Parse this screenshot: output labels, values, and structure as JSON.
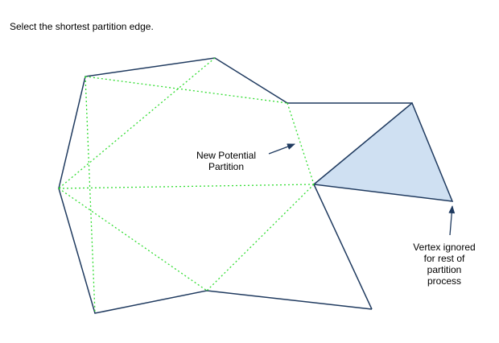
{
  "instruction": "Select the shortest partition edge.",
  "annotations": {
    "new_partition": [
      "New Potential",
      "Partition"
    ],
    "ignored_vertex": [
      "Vertex ignored",
      "for rest of",
      "partition",
      "process"
    ]
  },
  "colors": {
    "outline": "#1f3a5f",
    "dotted_edge": "#33dd33",
    "removed_triangle_fill": "#cfe0f2",
    "background": "#ffffff"
  }
}
